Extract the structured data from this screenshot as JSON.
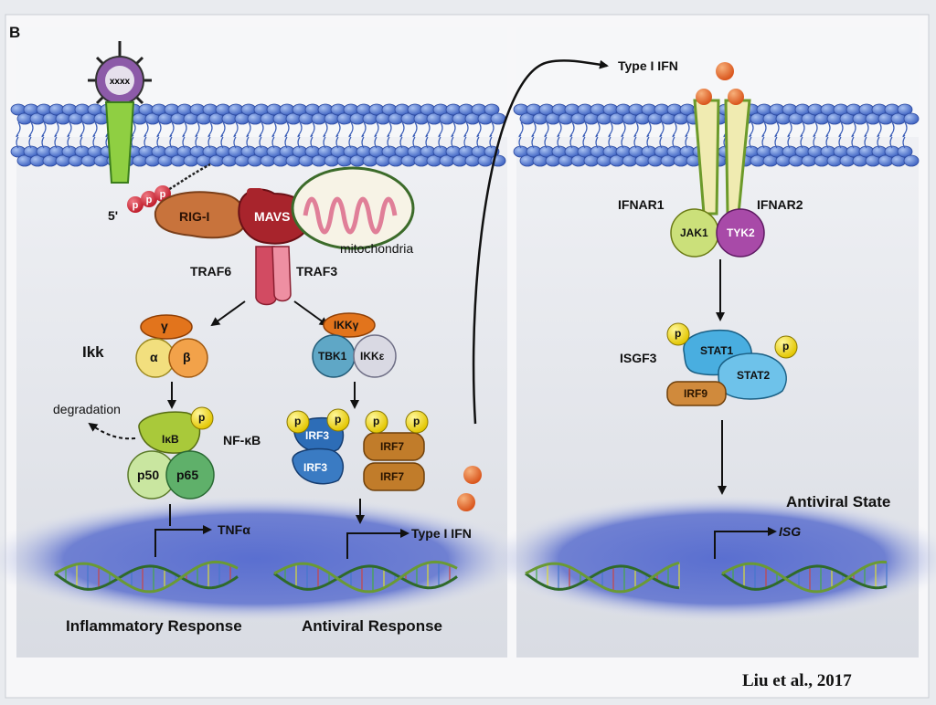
{
  "panel_letter": "B",
  "labels": {
    "five_prime": "5'",
    "rig_i": "RIG-I",
    "mavs": "MAVS",
    "mitochondria": "mitochondria",
    "traf6": "TRAF6",
    "traf3": "TRAF3",
    "ikk": "Ikk",
    "gamma": "γ",
    "alpha": "α",
    "beta": "β",
    "ikk_gamma": "IKKγ",
    "tbk1": "TBK1",
    "ikk_epsilon": "IKKε",
    "degradation": "degradation",
    "ikb": "IκB",
    "p": "p",
    "nfkb": "NF-κB",
    "p50": "p50",
    "p65": "p65",
    "irf3": "IRF3",
    "irf7": "IRF7",
    "tnfa": "TNFα",
    "type_i_ifn": "Type I IFN",
    "inflammatory_response": "Inflammatory Response",
    "antiviral_response": "Antiviral Response",
    "ifnar1": "IFNAR1",
    "ifnar2": "IFNAR2",
    "jak1": "JAK1",
    "tyk2": "TYK2",
    "isgf3": "ISGF3",
    "stat1": "STAT1",
    "stat2": "STAT2",
    "irf9": "IRF9",
    "antiviral_state": "Antiviral State",
    "isg": "ISG",
    "virus_genome": "xxxx"
  },
  "citation": "Liu et al., 2017",
  "colors": {
    "membrane": "#3f63c4",
    "nucleus": "#4a5fc0",
    "rig_i": "#c8733c",
    "mavs": "#a8242c",
    "p_badge_red": "#d42a3a",
    "p_badge_yellow": "#f1e21c",
    "ifn_ball": "#e86a2e"
  }
}
